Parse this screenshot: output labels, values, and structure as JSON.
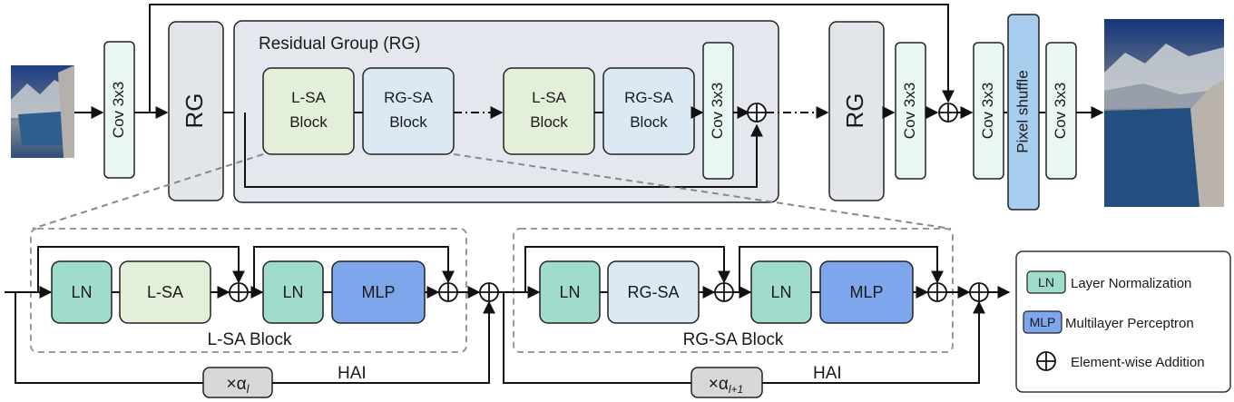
{
  "top": {
    "conv_in": "Cov 3x3",
    "rg_first": "RG",
    "group_title": "Residual Group (RG)",
    "lsa_block": [
      "L-SA",
      "Block"
    ],
    "rgsa_block": [
      "RG-SA",
      "Block"
    ],
    "lsa_block_2": [
      "L-SA",
      "Block"
    ],
    "rgsa_block_2": [
      "RG-SA",
      "Block"
    ],
    "conv_in_group": "Cov 3x3",
    "rg_last": "RG",
    "conv_after_rg": "Cov 3x3",
    "conv_up": "Cov 3x3",
    "pixel_shuffle": "Pixel shuffle",
    "conv_out": "Cov 3x3"
  },
  "bottom": {
    "lsa": {
      "ln1": "LN",
      "attn": "L-SA",
      "ln2": "LN",
      "mlp": "MLP",
      "caption": "L-SA Block"
    },
    "rgsa": {
      "ln1": "LN",
      "attn": "RG-SA",
      "ln2": "LN",
      "mlp": "MLP",
      "caption": "RG-SA Block"
    },
    "hai_label_1": "HAI",
    "hai_label_2": "HAI",
    "scale_1": {
      "prefix": "×α",
      "sub": "l"
    },
    "scale_2": {
      "prefix": "×α",
      "sub": "l+1"
    }
  },
  "legend": {
    "items": [
      {
        "key": "LN",
        "label": "Layer Normalization"
      },
      {
        "key": "MLP",
        "label": "Multilayer Perceptron"
      },
      {
        "key": "⊕",
        "label": "Element-wise Addition"
      }
    ]
  },
  "colors": {
    "gray_block": "#e2e5ea",
    "group_bg": "#e4e8ee",
    "conv_fill": "#eaf6f4",
    "ln_fill": "#9fdcce",
    "lsa_fill": "#e3efd9",
    "rgsa_fill": "#dbe9f5",
    "mlp_fill": "#7ea6ec",
    "pixel_shuffle_fill": "#a9cdee",
    "scale_fill": "#d8d8d8"
  }
}
